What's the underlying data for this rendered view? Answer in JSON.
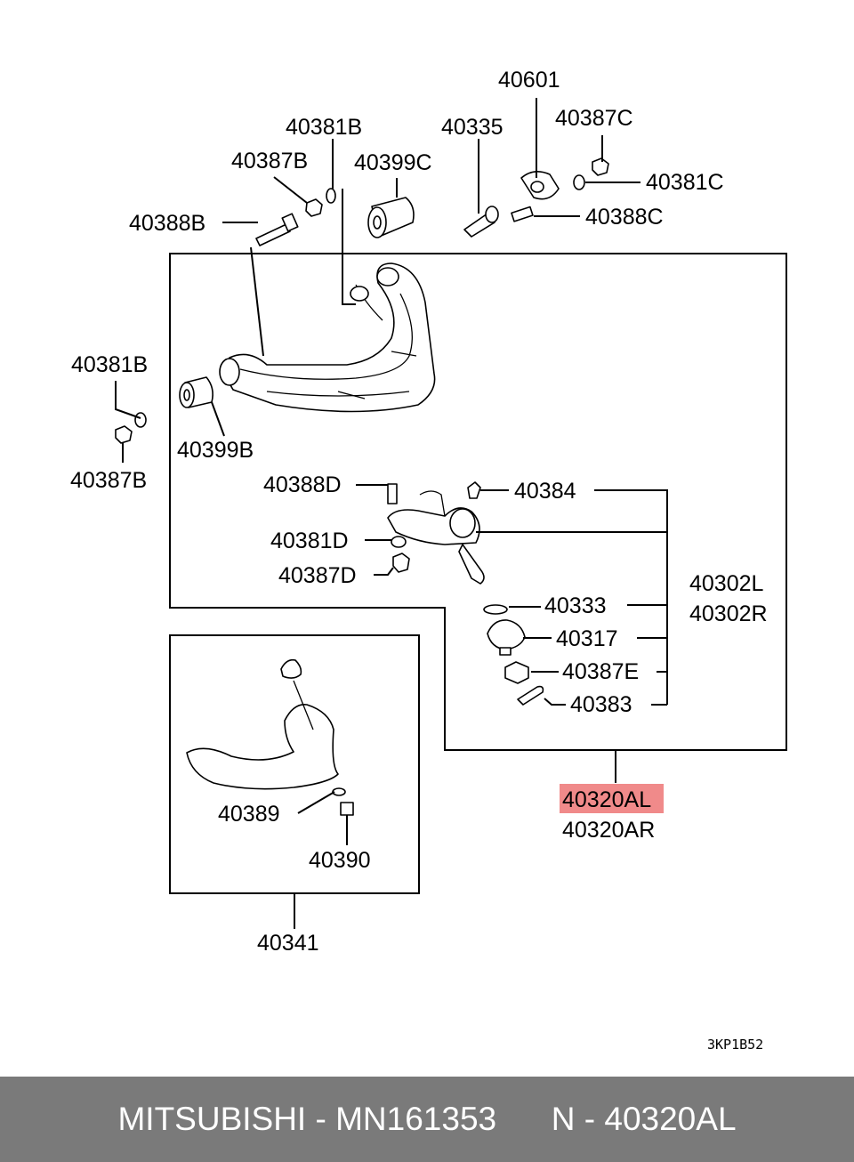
{
  "diagram": {
    "part_labels": {
      "p40601": "40601",
      "p40381B_top": "40381B",
      "p40335": "40335",
      "p40387C": "40387C",
      "p40387B_top": "40387B",
      "p40399C": "40399C",
      "p40381C": "40381C",
      "p40388B": "40388B",
      "p40388C": "40388C",
      "p40381B_left": "40381B",
      "p40399B": "40399B",
      "p40387B_left": "40387B",
      "p40388D": "40388D",
      "p40384": "40384",
      "p40381D": "40381D",
      "p40387D": "40387D",
      "p40302L": "40302L",
      "p40302R": "40302R",
      "p40333": "40333",
      "p40317": "40317",
      "p40387E": "40387E",
      "p40383": "40383",
      "p40320AL": "40320AL",
      "p40320AR": "40320AR",
      "p40389": "40389",
      "p40390": "40390",
      "p40341": "40341"
    },
    "highlighted_part": "40320AL",
    "highlight_color": "#f08a8a",
    "drawing_code": "3KP1B52"
  },
  "footer": {
    "text": "MITSUBISHI - MN161353      N - 40320AL",
    "background": "#7a7a7a"
  }
}
